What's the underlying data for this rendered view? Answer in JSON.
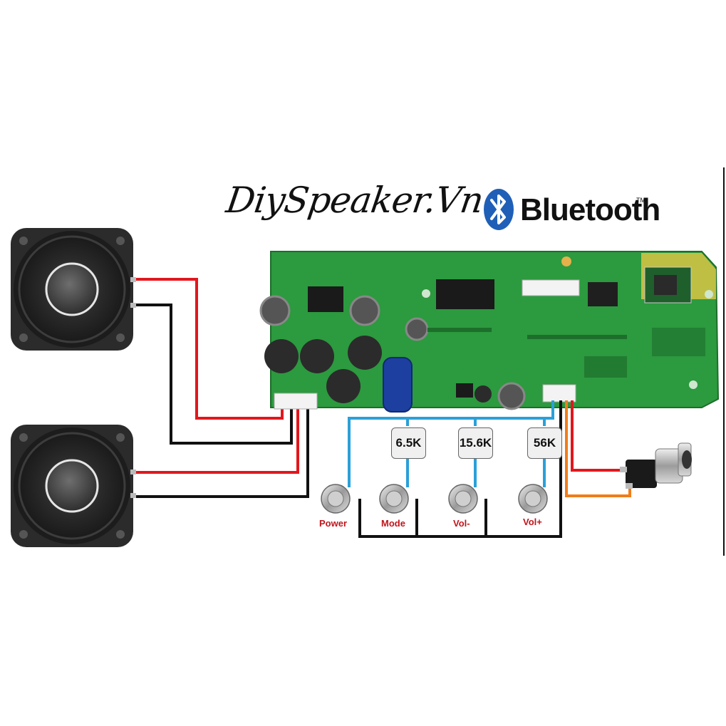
{
  "brand": {
    "text": "DiySpeaker.Vn"
  },
  "bluetooth": {
    "word": "Bluetooth",
    "tm": "TM"
  },
  "resistors": [
    {
      "id": "r1",
      "value": "6.5K"
    },
    {
      "id": "r2",
      "value": "15.6K"
    },
    {
      "id": "r3",
      "value": "56K"
    }
  ],
  "buttons": [
    {
      "id": "power",
      "label": "Power"
    },
    {
      "id": "mode",
      "label": "Mode"
    },
    {
      "id": "voldown",
      "label": "Vol-"
    },
    {
      "id": "volup",
      "label": "Vol+"
    }
  ],
  "colors": {
    "wire_red": "#e2171d",
    "wire_black": "#111111",
    "wire_blue": "#2aa0d8",
    "wire_orange": "#f07d1a",
    "pcb_green": "#2c9a3f",
    "label_red": "#c0151b"
  }
}
